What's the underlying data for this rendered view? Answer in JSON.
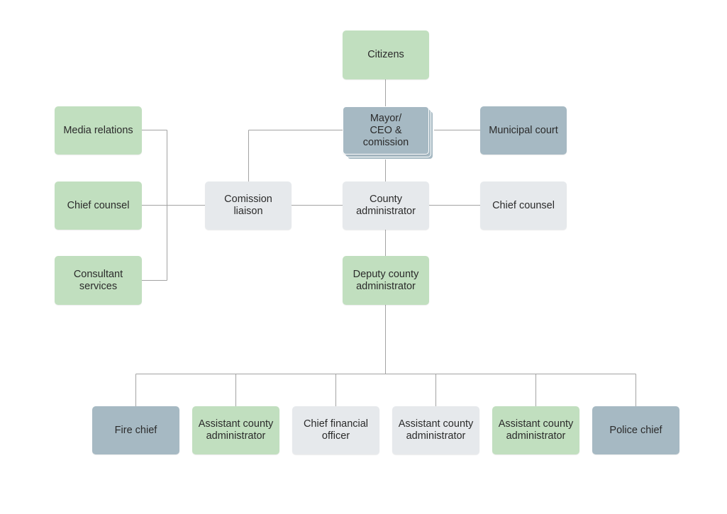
{
  "diagram": {
    "nodes": {
      "citizens": {
        "label": "Citizens",
        "color": "#c1dfbf"
      },
      "mayor": {
        "label": "Mayor/\nCEO & comission",
        "color": "#a6b9c3"
      },
      "municipal_court": {
        "label": "Municipal court",
        "color": "#a6b9c3"
      },
      "media_relations": {
        "label": "Media relations",
        "color": "#c1dfbf"
      },
      "chief_counsel_left": {
        "label": "Chief counsel",
        "color": "#c1dfbf"
      },
      "consultant_services": {
        "label": "Consultant\nservices",
        "color": "#c1dfbf"
      },
      "comission_liaison": {
        "label": "Comission liaison",
        "color": "#e6e9ec"
      },
      "county_administrator": {
        "label": "County\nadministrator",
        "color": "#e6e9ec"
      },
      "chief_counsel_right": {
        "label": "Chief counsel",
        "color": "#e6e9ec"
      },
      "deputy_county_administrator": {
        "label": "Deputy county\nadministrator",
        "color": "#c1dfbf"
      },
      "fire_chief": {
        "label": "Fire chief",
        "color": "#a6b9c3"
      },
      "assistant_county_administrator_1": {
        "label": "Assistant county\nadministrator",
        "color": "#c1dfbf"
      },
      "chief_financial_officer": {
        "label": "Chief financial\nofficer",
        "color": "#e6e9ec"
      },
      "assistant_county_administrator_2": {
        "label": "Assistant county\nadministrator",
        "color": "#e6e9ec"
      },
      "assistant_county_administrator_3": {
        "label": "Assistant county\nadministrator",
        "color": "#c1dfbf"
      },
      "police_chief": {
        "label": "Police chief",
        "color": "#a6b9c3"
      }
    },
    "connector_color": "#a3a3a3"
  }
}
